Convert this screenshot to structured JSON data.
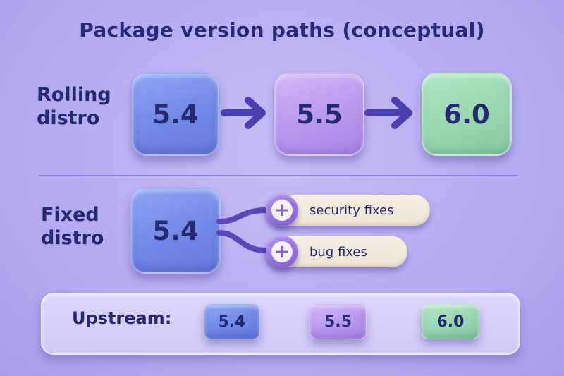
{
  "title": "Package version paths (conceptual)",
  "rolling": {
    "label": "Rolling\ndistro",
    "versions": [
      "5.4",
      "5.5",
      "6.0"
    ]
  },
  "fixed": {
    "label": "Fixed\ndistro",
    "version": "5.4",
    "branches": [
      "security fixes",
      "bug fixes"
    ]
  },
  "upstream": {
    "label": "Upstream:",
    "versions": [
      "5.4",
      "5.5",
      "6.0"
    ]
  },
  "colors": {
    "background": "#b6aaf0",
    "blue_box": "#7188e6",
    "purple_box": "#b897ef",
    "green_box": "#98d7b0",
    "arrow": "#4c3fb0",
    "pill": "#f3eee3"
  },
  "icons": {
    "arrow": "right-arrow-icon",
    "plus": "plus-icon"
  }
}
